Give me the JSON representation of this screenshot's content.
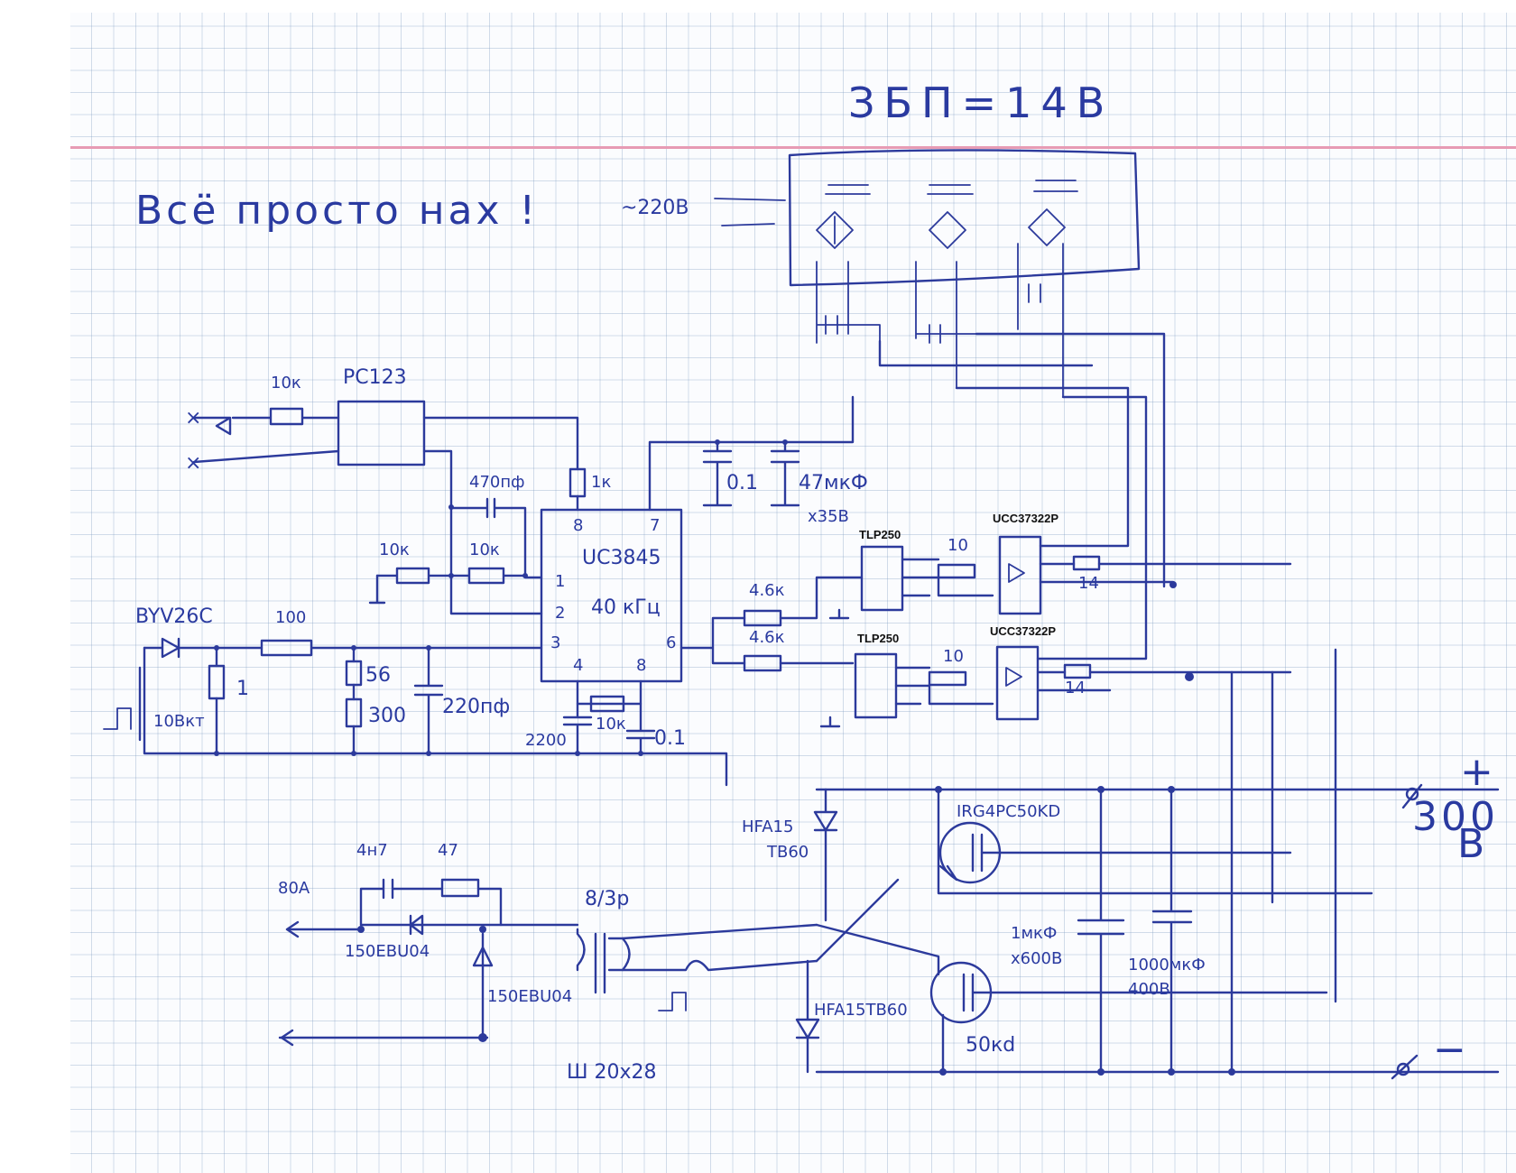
{
  "headline": "Всё просто нах !",
  "psu_title": "ЗБП=14В",
  "ac_input": "~220В",
  "optocoupler": "PC123",
  "controller": {
    "name": "UC3845",
    "frequency": "40 кГц"
  },
  "driver_labels": [
    "TLP250",
    "TLP250"
  ],
  "gate_driver_labels": [
    "UCC37322P",
    "UCC37322P"
  ],
  "diode_input": "BYV26C",
  "components": {
    "r_10k_opto": "10к",
    "cap_470": "470пф",
    "r_1k": "1к",
    "r_10k_a": "10к",
    "r_10k_b": "10к",
    "cap_01": "0.1",
    "cap_47": "47мкФ",
    "cap_47_v": "х35В",
    "r_100": "100",
    "r_56": "56",
    "r_300": "300",
    "r_1": "1",
    "cap_220": "220пф",
    "current_tx": "10Вкт",
    "r_10k_c": "10к",
    "cap_2200": "2200",
    "cap_01_b": "0.1",
    "r_46k_a": "4.6к",
    "r_46k_b": "4.6к",
    "r_10_a": "10",
    "r_10_b": "10",
    "r_14_a": "14",
    "r_14_b": "14",
    "igbt_top": "IRG4PC50KD",
    "igbt_bot": "50кd",
    "diode_hfa_top_1": "HFA15",
    "diode_hfa_top_2": "TB60",
    "diode_hfa_bot": "HFA15TB60",
    "cap_1mkf": "1мкФ",
    "cap_1mkf_v": "х600В",
    "cap_1000": "1000мкФ",
    "cap_1000_v": "400В",
    "cap_4n7": "4н7",
    "r_47": "47",
    "out_diode_1": "150EBU04",
    "out_diode_2": "150EBU04",
    "out_label": "80А",
    "transformer_ratio": "8/3р",
    "core": "Ш 20х28",
    "pin_1": "1",
    "pin_2": "2",
    "pin_3": "3",
    "pin_4": "4",
    "pin_6": "6",
    "pin_7": "7",
    "pin_8a": "8",
    "pin_8b": "8"
  },
  "rail_plus": "+",
  "rail_minus": "−",
  "rail_voltage": "300",
  "rail_unit": "В"
}
